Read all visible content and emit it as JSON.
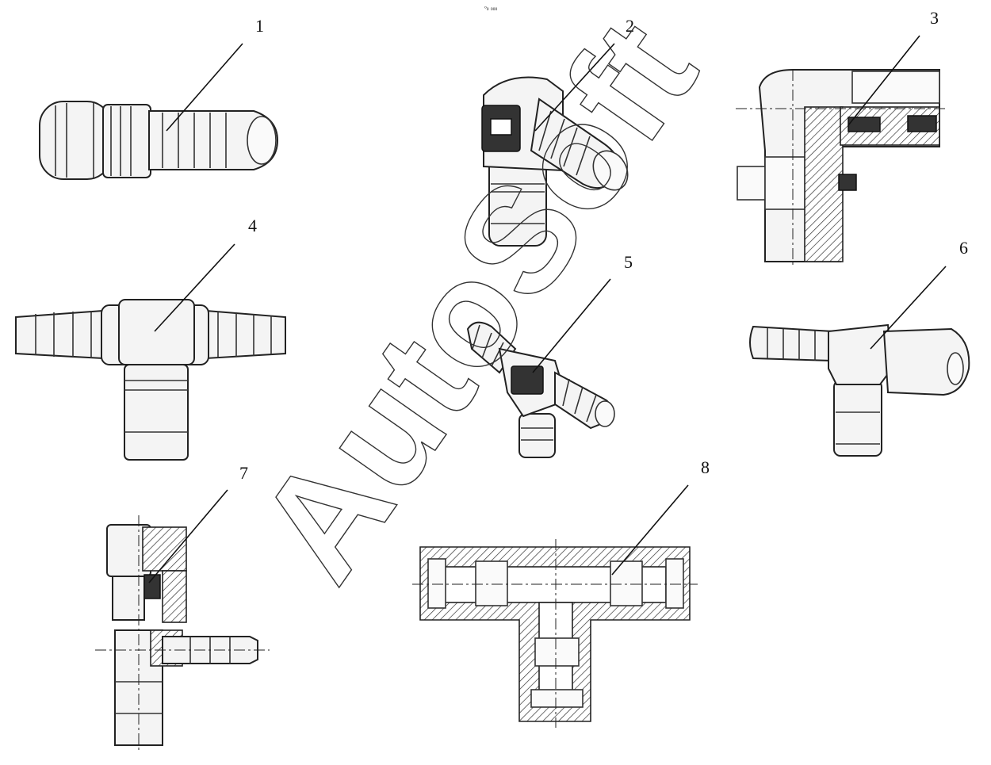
{
  "figure": {
    "top_mark": "⁰₀ ₀₀₀",
    "watermark": "AutoSoft",
    "labels": [
      "1",
      "2",
      "3",
      "4",
      "5",
      "6",
      "7",
      "8"
    ]
  }
}
